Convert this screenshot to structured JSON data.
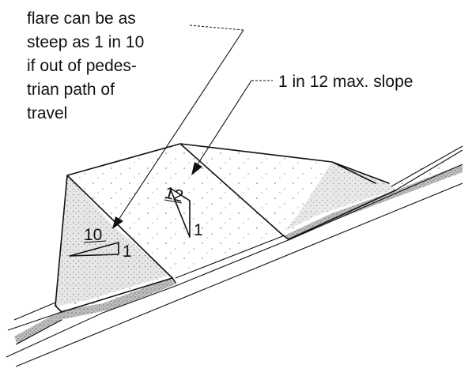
{
  "notes": {
    "flare_lines": [
      "flare can be as",
      "steep as 1 in 10",
      "if out of pedes-",
      "trian path of",
      "travel"
    ],
    "max_slope": "1 in 12 max. slope"
  },
  "ramp_slope": {
    "run": "12",
    "rise": "1"
  },
  "flare_slope": {
    "run": "10",
    "rise": "1"
  }
}
